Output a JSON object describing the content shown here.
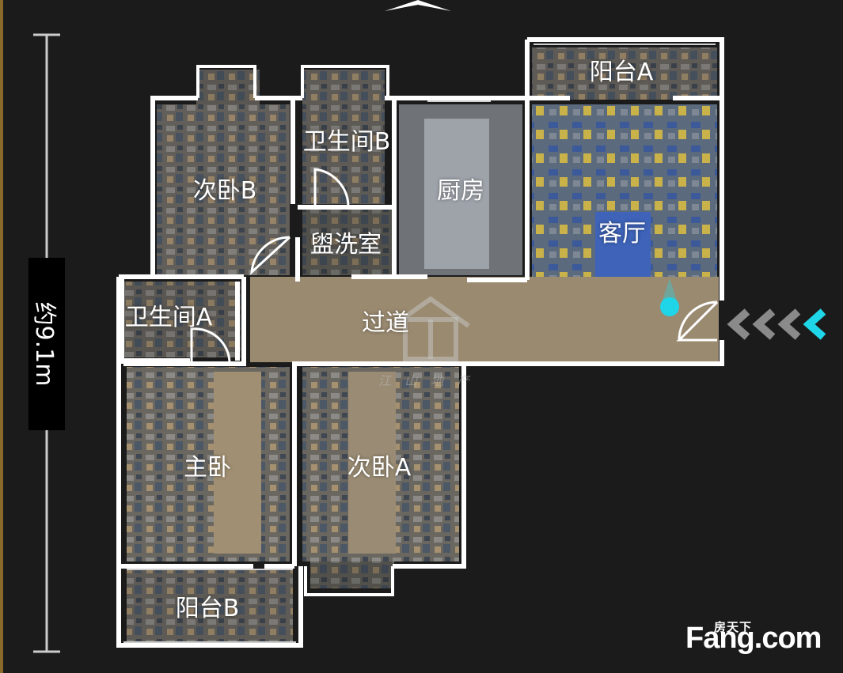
{
  "plan": {
    "dimension_label": "约9.1m",
    "rooms": {
      "balcony_a": "阳台A",
      "bathroom_b": "卫生间B",
      "second_bedroom_b": "次卧B",
      "kitchen": "厨房",
      "living_room": "客厅",
      "washroom": "盥洗室",
      "bathroom_a": "卫生间A",
      "corridor": "过道",
      "master_bedroom": "主卧",
      "second_bedroom_a": "次卧A",
      "balcony_b": "阳台B"
    },
    "watermark": "江 山 地 产",
    "brand": {
      "top": "房天下",
      "main": "Fang.com"
    }
  },
  "colors": {
    "background": "#1b1b1b",
    "wall": "#ffffff",
    "marker": "#1fd6e8",
    "entry_arrow": "#1fd6e8",
    "entry_arrow_muted": "#8a8a8a"
  },
  "icons": {
    "north": "north-arrow-icon",
    "position_marker": "position-marker-icon",
    "entry": "entry-chevrons-icon",
    "watermark_logo": "house-watermark-icon"
  }
}
